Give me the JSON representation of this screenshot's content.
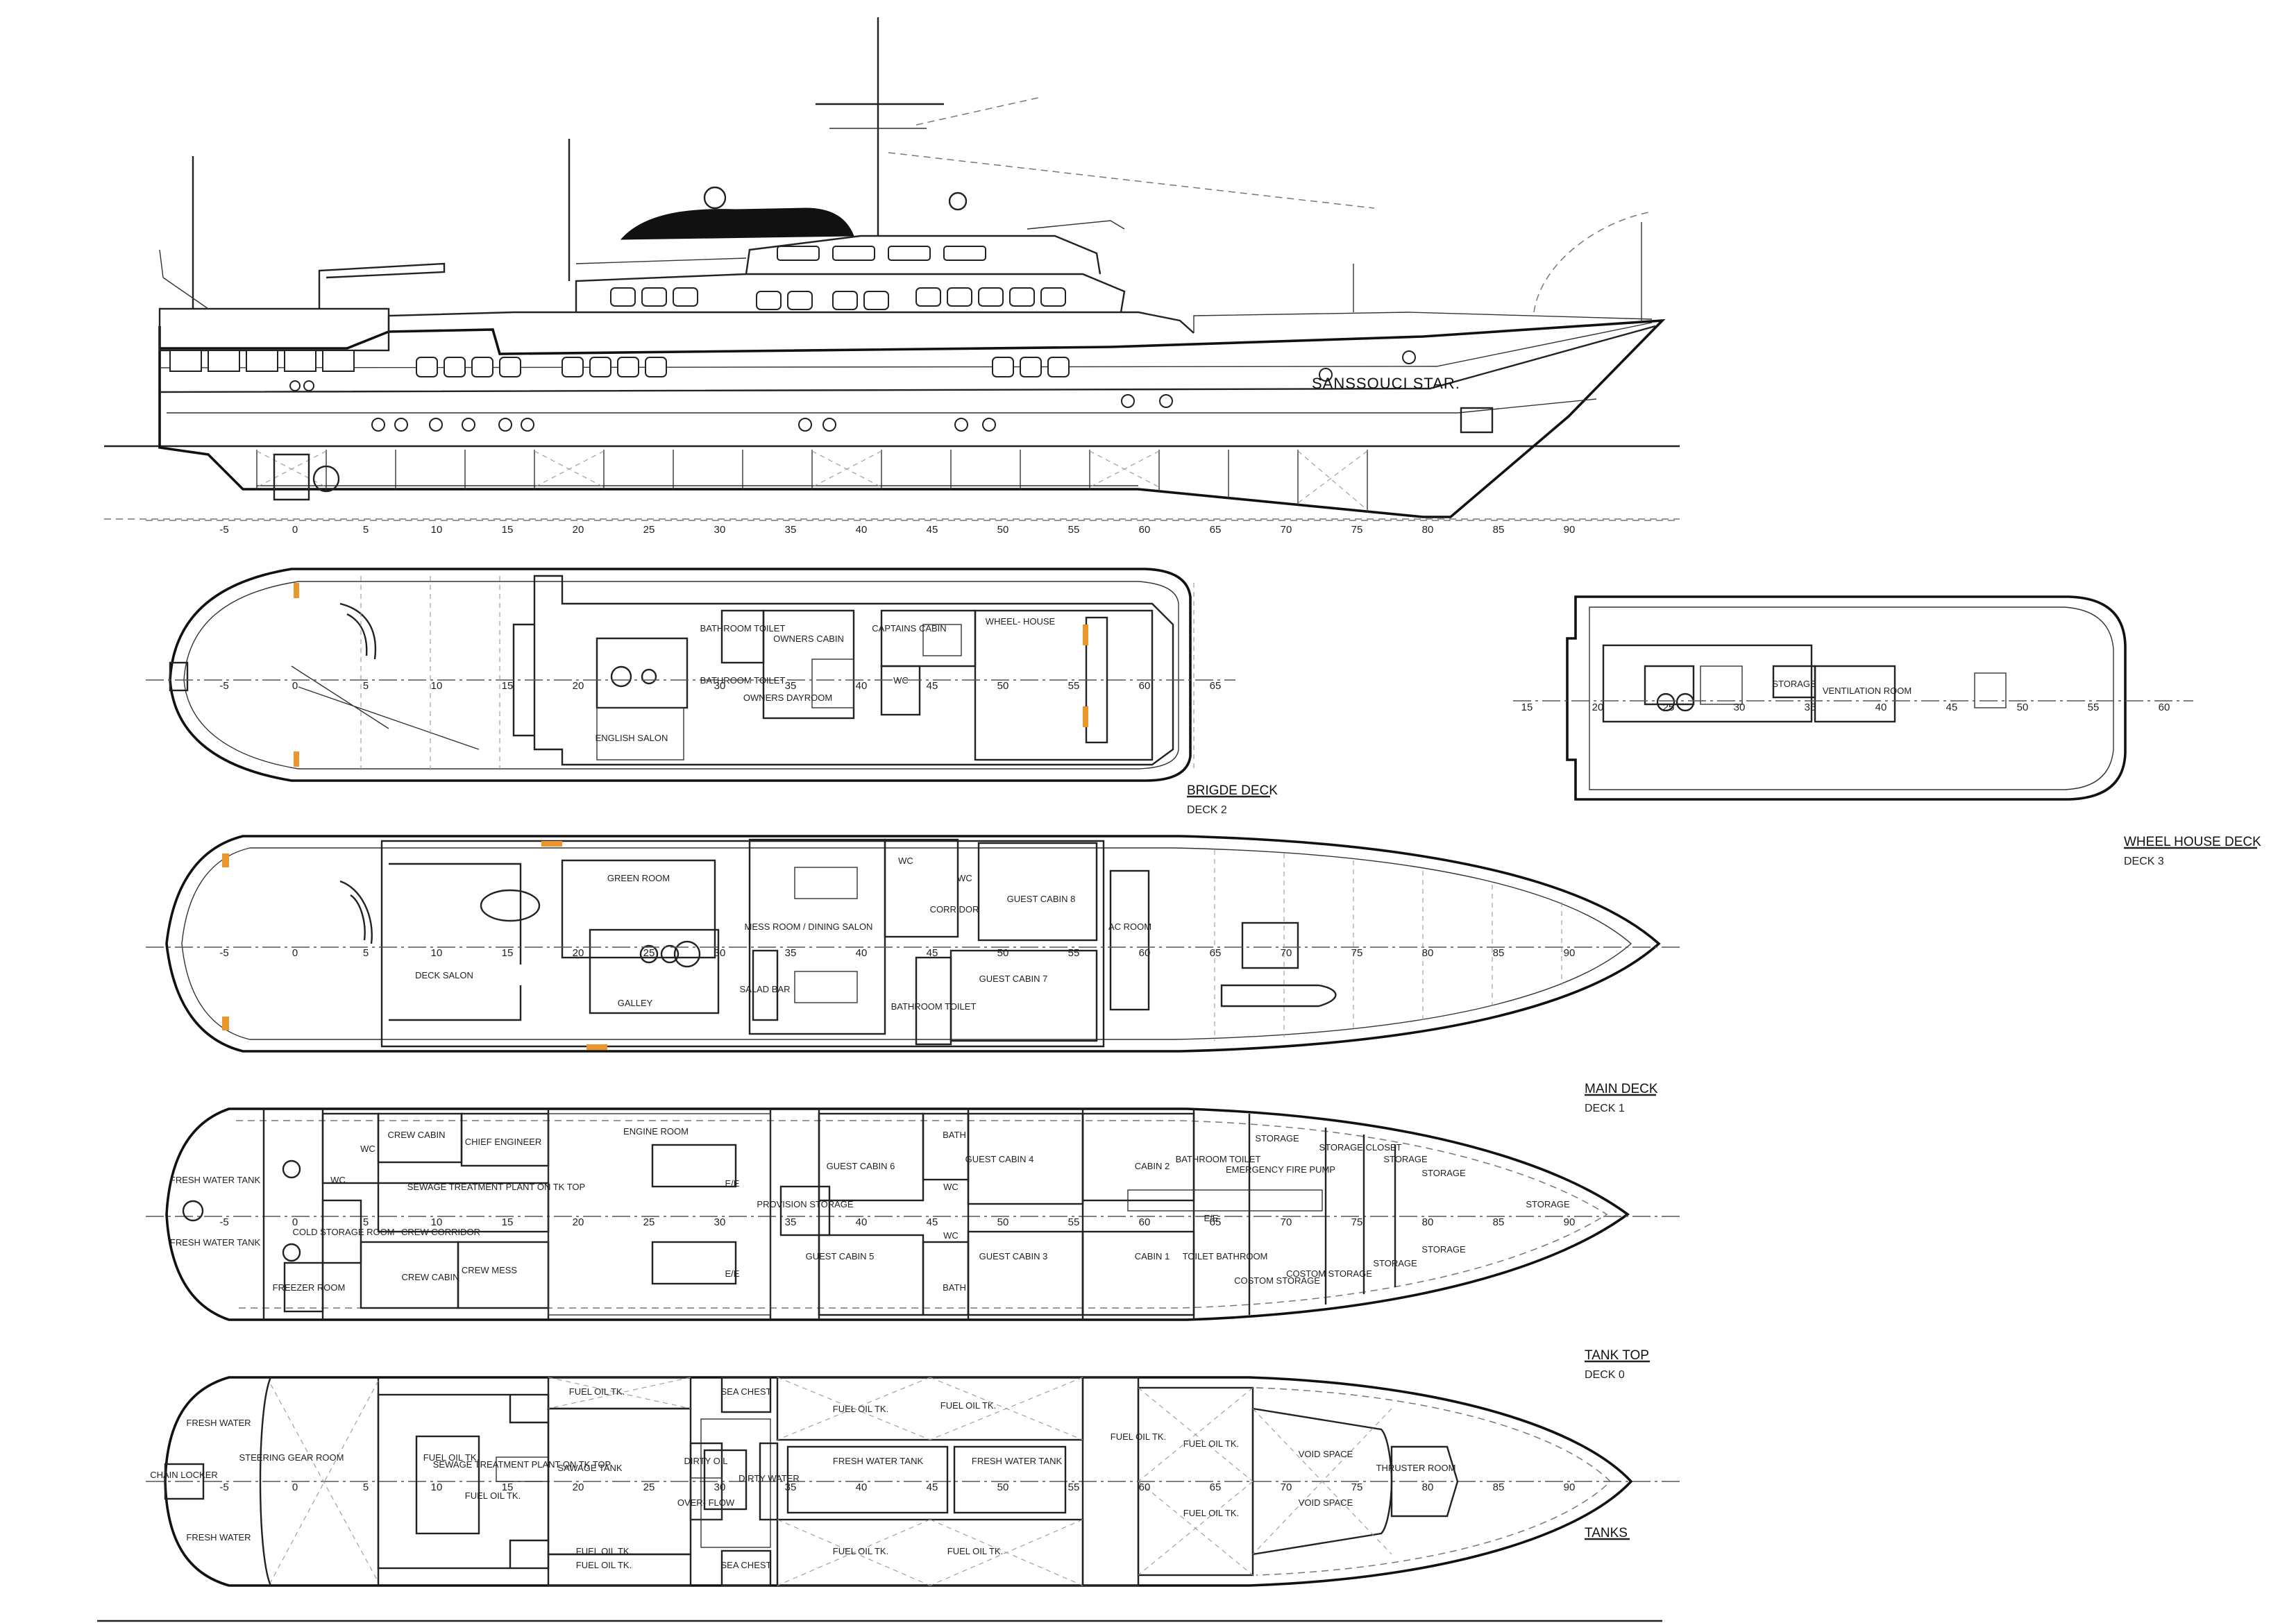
{
  "vessel": {
    "name": "SANSSOUCI STAR."
  },
  "frame_numbers": {
    "profile": [
      "-5",
      "0",
      "5",
      "10",
      "15",
      "20",
      "25",
      "30",
      "35",
      "40",
      "45",
      "50",
      "55",
      "60",
      "65",
      "70",
      "75",
      "80",
      "85",
      "90"
    ],
    "bridge": [
      "-5",
      "0",
      "5",
      "10",
      "15",
      "20",
      "30",
      "35",
      "40",
      "45",
      "50",
      "55",
      "60",
      "65"
    ],
    "wheelhouse": [
      "15",
      "20",
      "25",
      "30",
      "35",
      "40",
      "45",
      "50",
      "55",
      "60"
    ],
    "main": [
      "-5",
      "0",
      "5",
      "10",
      "15",
      "20",
      "25",
      "30",
      "35",
      "40",
      "45",
      "50",
      "55",
      "60",
      "65",
      "70",
      "75",
      "80",
      "85",
      "90"
    ],
    "tanktop": [
      "-5",
      "0",
      "5",
      "10",
      "15",
      "20",
      "25",
      "30",
      "35",
      "40",
      "45",
      "50",
      "55",
      "60",
      "65",
      "70",
      "75",
      "80",
      "85",
      "90"
    ],
    "tanks": [
      "-5",
      "0",
      "5",
      "10",
      "15",
      "20",
      "25",
      "30",
      "35",
      "40",
      "45",
      "50",
      "55",
      "60",
      "65",
      "70",
      "75",
      "80",
      "85",
      "90"
    ]
  },
  "decks": {
    "bridge": {
      "title": "BRIGDE DECK",
      "subtitle": "DECK 2",
      "rooms": {
        "bathroom_toilet": "BATHROOM TOILET",
        "bathroom_toilet_2": "BATHROOM TOILET",
        "owners_cabin": "OWNERS CABIN",
        "captains_cabin": "CAPTAINS CABIN",
        "wheelhouse": "WHEEL- HOUSE",
        "owners_dayroom": "OWNERS DAYROOM",
        "english_salon": "ENGLISH SALON",
        "wc": "WC"
      }
    },
    "wheelhouse": {
      "title": "WHEEL HOUSE DECK",
      "subtitle": "DECK 3",
      "rooms": {
        "storage": "STORAGE",
        "ventilation_room": "VENTILATION ROOM"
      }
    },
    "main": {
      "title": "MAIN DECK",
      "subtitle": "DECK 1",
      "rooms": {
        "green_room": "GREEN ROOM",
        "deck_salon": "DECK SALON",
        "galley": "GALLEY",
        "salad_bar": "SALAD BAR",
        "mess_room": "MESS ROOM / DINING SALON",
        "corridor": "CORRIDOR",
        "wc_1": "WC",
        "wc_2": "WC",
        "guest_cabin_8": "GUEST CABIN 8",
        "guest_cabin_7": "GUEST CABIN 7",
        "bathroom_toilet": "BATHROOM TOILET",
        "ac_room": "AC ROOM"
      }
    },
    "tanktop": {
      "title": "TANK TOP",
      "subtitle": "DECK 0",
      "rooms": {
        "fresh_water_tank_1": "FRESH WATER TANK",
        "fresh_water_tank_2": "FRESH WATER TANK",
        "wc_1": "WC",
        "wc_2": "WC",
        "crew_cabin_1": "CREW CABIN",
        "crew_cabin_2": "CREW CABIN",
        "chief_engineer": "CHIEF ENGINEER",
        "cold_storage": "COLD STORAGE ROOM",
        "crew_corridor": "CREW CORRIDOR",
        "crew_mess": "CREW MESS",
        "freezer_room": "FREEZER ROOM",
        "sewage_plant": "SEWAGE TREATMENT PLANT ON TK TOP",
        "engine_room": "ENGINE ROOM",
        "ee_1": "E/E",
        "ee_2": "E/E",
        "ee_3": "E/E",
        "provision_storage": "PROVISION STORAGE",
        "guest_cabin_6": "GUEST CABIN 6",
        "guest_cabin_5": "GUEST CABIN 5",
        "bath_1": "BATH",
        "bath_2": "BATH",
        "wc_3": "WC",
        "wc_4": "WC",
        "guest_cabin_4": "GUEST CABIN 4",
        "guest_cabin_3": "GUEST CABIN 3",
        "cabin_2": "CABIN 2",
        "cabin_1": "CABIN 1",
        "bathroom_toilet": "BATHROOM TOILET",
        "toilet_bathroom": "TOILET BATHROOM",
        "storage_1": "STORAGE",
        "storage_closet": "STORAGE CLOSET",
        "emergency_fire_pump": "EMERGENCY FIRE PUMP",
        "storage_2": "STORAGE",
        "storage_3": "STORAGE",
        "storage_4": "STORAGE",
        "storage_5": "STORAGE",
        "storage_6": "STORAGE",
        "costom_storage_1": "COSTOM STORAGE",
        "costom_storage_2": "COSTOM STORAGE"
      }
    },
    "tanks": {
      "title": "TANKS",
      "rooms": {
        "fresh_water_1": "FRESH WATER",
        "fresh_water_2": "FRESH WATER",
        "chain_locker": "CHAIN LOCKER",
        "steering_gear": "STEERING GEAR ROOM",
        "fuel_oil_1": "FUEL OIL TK.",
        "fuel_oil_2": "FUEL OIL TK.",
        "sewage_plant": "SEWAGE TREATMENT PLANT ON TK TOP",
        "fuel_oil_3": "FUEL OIL TK.",
        "sawage_tank": "SAWAGE TANK",
        "fuel_oil_4": "FUEL OIL TK.",
        "dirty_oil": "DIRTY OIL",
        "overflow": "OVER- FLOW",
        "sea_chest_1": "SEA CHEST",
        "sea_chest_2": "SEA CHEST",
        "dirty_water": "DIRTY WATER",
        "fuel_oil_5": "FUEL OIL TK.",
        "fuel_oil_6": "FUEL OIL TK.",
        "fresh_water_tank_1": "FRESH WATER TANK",
        "fresh_water_tank_2": "FRESH WATER TANK",
        "fuel_oil_7": "FUEL OIL TK.",
        "fuel_oil_8": "FUEL OIL TK.",
        "fuel_oil_9": "FUEL OIL TK.",
        "fuel_oil_10": "FUEL OIL TK.",
        "fuel_oil_11": "FUEL OIL TK.",
        "fuel_oil_12": "FUEL OIL TK.",
        "void_space_1": "VOID SPACE",
        "void_space_2": "VOID SPACE",
        "thruster_room": "THRUSTER ROOM"
      }
    }
  },
  "colors": {
    "line": "#222222",
    "marker": "#e9962c",
    "paper": "#ffffff"
  }
}
